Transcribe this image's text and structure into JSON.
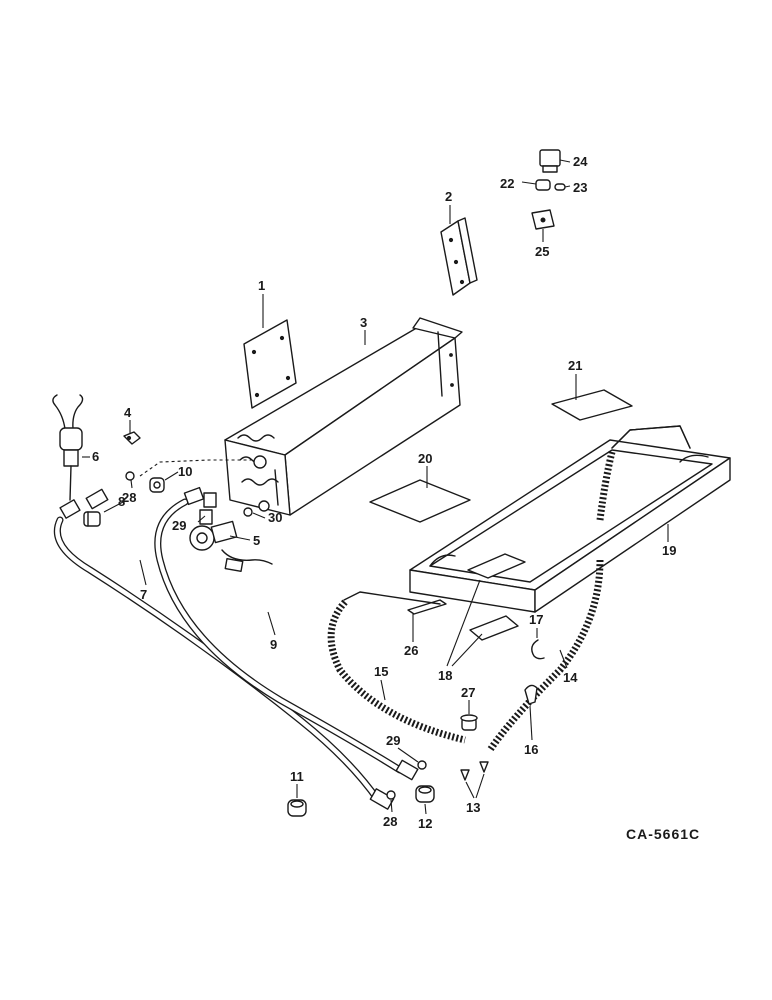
{
  "drawing_code": "CA-5661C",
  "callouts": {
    "c1": "1",
    "c2": "2",
    "c3": "3",
    "c4": "4",
    "c5": "5",
    "c6": "6",
    "c7": "7",
    "c8": "8",
    "c9": "9",
    "c10": "10",
    "c11": "11",
    "c12": "12",
    "c13": "13",
    "c14": "14",
    "c15": "15",
    "c16": "16",
    "c17": "17",
    "c18": "18",
    "c19": "19",
    "c20": "20",
    "c21": "21",
    "c22": "22",
    "c23": "23",
    "c24": "24",
    "c25": "25",
    "c26": "26",
    "c27": "27",
    "c28a": "28",
    "c28b": "28",
    "c29a": "29",
    "c29b": "29",
    "c30": "30"
  }
}
